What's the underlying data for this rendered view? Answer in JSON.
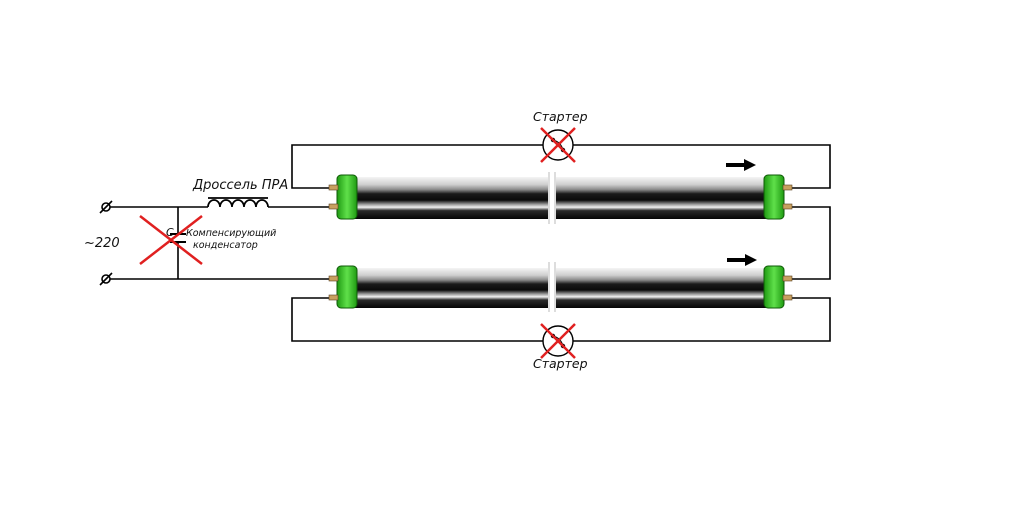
{
  "labels": {
    "choke": "Дроссель ПРА",
    "voltage": "~220",
    "cap_letter": "C",
    "cap_line1": "Компенсирующий",
    "cap_line2": "конденсатор",
    "starter_top": "Стартер",
    "starter_bottom": "Стартер"
  },
  "colors": {
    "wire": "#000000",
    "end_cap": "#2dbf1a",
    "cross": "#e02020",
    "tube_light": "#d8d8d8",
    "tube_dark": "#111111"
  },
  "icons": {
    "starter": "starter-icon",
    "arrow": "arrow-icon",
    "terminal": "terminal-icon",
    "cross": "cross-mark-icon"
  }
}
